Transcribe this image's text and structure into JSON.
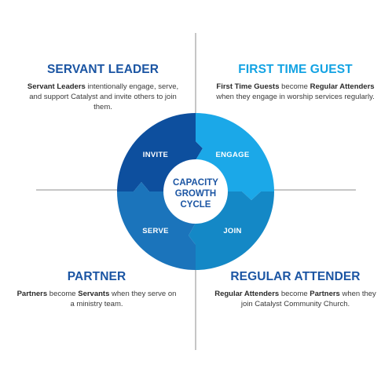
{
  "quadrants": {
    "top_left": {
      "title": "SERVANT LEADER",
      "desc_bold": "Servant Leaders",
      "desc_rest": " intentionally engage, serve, and support Catalyst and invite others to join them."
    },
    "top_right": {
      "title": "FIRST TIME GUEST",
      "desc_bold1": "First Time Guests",
      "desc_mid": " become ",
      "desc_bold2": "Regular Attenders",
      "desc_rest": " when they engage in worship services regularly."
    },
    "bottom_left": {
      "title": "PARTNER",
      "desc_bold1": "Partners",
      "desc_mid": " become ",
      "desc_bold2": "Servants",
      "desc_rest": " when they serve on a ministry team."
    },
    "bottom_right": {
      "title": "REGULAR ATTENDER",
      "desc_bold1": "Regular Attenders",
      "desc_mid": " become ",
      "desc_bold2": "Partners",
      "desc_rest": " when they join Catalyst Community Church."
    }
  },
  "cycle": {
    "segments": {
      "invite": "INVITE",
      "engage": "ENGAGE",
      "join": "JOIN",
      "serve": "SERVE"
    },
    "center": {
      "line1": "CAPACITY",
      "line2": "GROWTH",
      "line3": "CYCLE"
    }
  },
  "colors": {
    "invite": "#0d4f9e",
    "engage": "#1ba8e8",
    "join": "#1488c6",
    "serve": "#1b74bb",
    "title_dark": "#1b55a3",
    "title_light": "#13a3e3",
    "divider": "#8c8c8c"
  }
}
